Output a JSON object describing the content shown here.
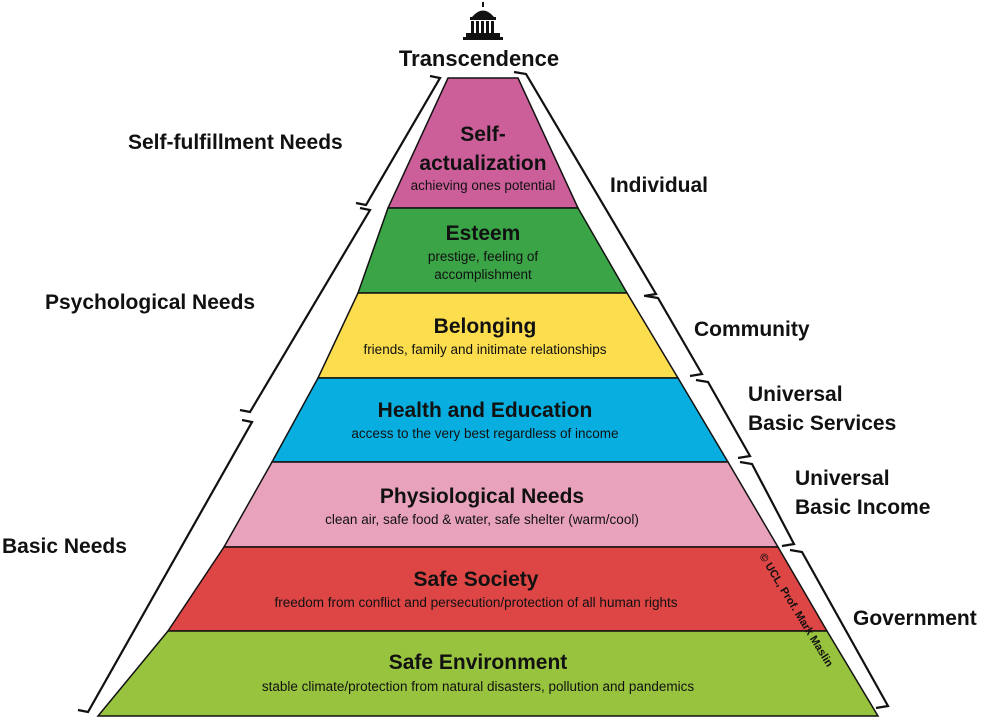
{
  "top_label": "Transcendence",
  "tiers": [
    {
      "title": "Self-",
      "title2": "actualization",
      "sub": "achieving ones potential",
      "color": "#cc5f9a"
    },
    {
      "title": "Esteem",
      "sub": "prestige, feeling of",
      "sub2": "accomplishment",
      "color": "#3aa447"
    },
    {
      "title": "Belonging",
      "sub": "friends, family and initimate relationships",
      "color": "#fbdd4e"
    },
    {
      "title": "Health and Education",
      "sub": "access to the very best regardless of income",
      "color": "#08aedf"
    },
    {
      "title": "Physiological Needs",
      "sub": "clean air, safe food & water, safe shelter (warm/cool)",
      "color": "#e9a2bc"
    },
    {
      "title": "Safe Society",
      "sub": "freedom from conflict and persecution/protection of all human rights",
      "color": "#de4545"
    },
    {
      "title": "Safe Environment",
      "sub": "stable climate/protection from natural disasters, pollution and pandemics",
      "color": "#98c33f"
    }
  ],
  "left_labels": {
    "self_fulfillment": "Self-fulfillment Needs",
    "psychological": "Psychological Needs",
    "basic": "Basic Needs"
  },
  "right_labels": {
    "individual": "Individual",
    "community": "Community",
    "ubs_line1": "Universal",
    "ubs_line2": "Basic Services",
    "ubi_line1": "Universal",
    "ubi_line2": "Basic Income",
    "government": "Government"
  },
  "copyright": "© UCL, Prof. Mark Maslin",
  "icons": {
    "top": "building-dome-icon"
  }
}
